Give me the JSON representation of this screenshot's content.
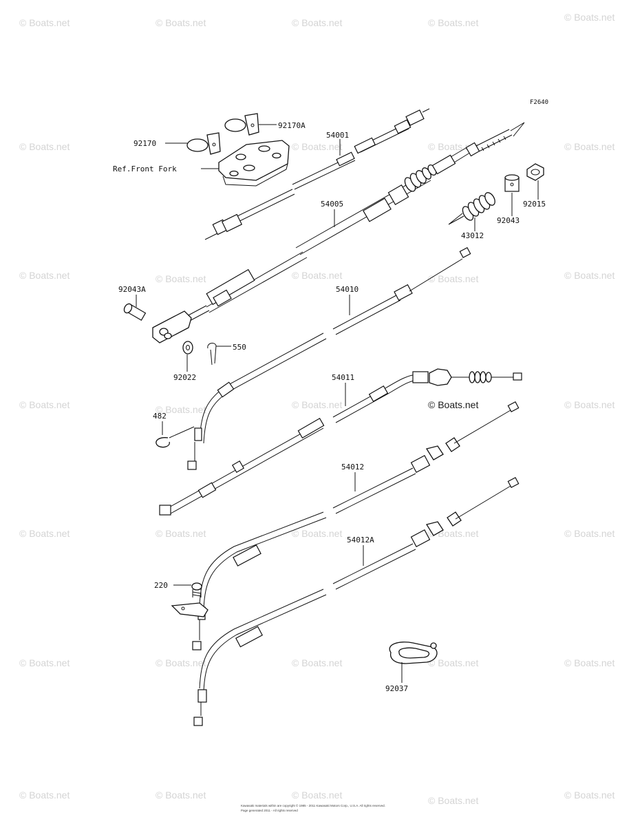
{
  "figure_code": "F2640",
  "watermark": "© Boats.net",
  "inline_watermark": "© Boats.net",
  "callouts": {
    "p92170A": "92170A",
    "p92170": "92170",
    "p54001": "54001",
    "refFrontFork": "Ref.Front Fork",
    "p54005": "54005",
    "p92015": "92015",
    "p92043": "92043",
    "p43012": "43012",
    "p92043A": "92043A",
    "p54010": "54010",
    "p550": "550",
    "p92022": "92022",
    "p54011": "54011",
    "p482": "482",
    "p54012": "54012",
    "p54012A": "54012A",
    "p220": "220",
    "p92037": "92037"
  },
  "copyright": [
    "Kawasaki materials within are copyright © 1985 - 2011 Kawasaki Motors Corp., U.S.A. All rights reserved.",
    "Page generated 2011 - All rights reserved"
  ]
}
